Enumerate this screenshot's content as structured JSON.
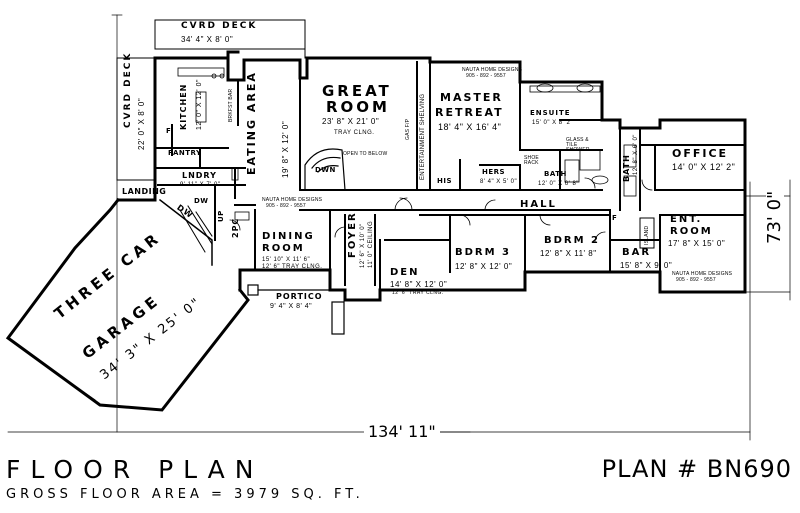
{
  "rooms": {
    "cvrd_deck_top": {
      "name": "CVRD DECK",
      "dim": "34' 4\" X 8' 0\""
    },
    "cvrd_deck_side": {
      "name": "CVRD DECK",
      "dim": "22' 0\" X 8' 0\""
    },
    "kitchen": {
      "name": "KITCHEN",
      "dim": "12' 0\" X 12' 0\""
    },
    "brkfst_bar": "BRKFST BAR",
    "pantry": "PANTRY",
    "eating_area": {
      "name": "EATING AREA",
      "dim": "19' 8\" X 12' 0\""
    },
    "great_room": {
      "name1": "GREAT",
      "name2": "ROOM",
      "dim": "23' 8\" X 21' 0\"",
      "note": "TRAY CLNG."
    },
    "open_to_below": "OPEN TO BELOW",
    "dwn_stair": "DWN",
    "gas_fp": "GAS F/P",
    "entertainment_shelving": "ENTERTAINMENT SHELVING",
    "master": {
      "name1": "MASTER",
      "name2": "RETREAT",
      "dim": "18' 4\" X 16' 4\""
    },
    "ensuite": {
      "name": "ENSUITE",
      "dim": "15' 0\" X 8' 2\""
    },
    "glass_shower": "GLASS & TILE SHOWER",
    "shoe_rack": "SHOE RACK",
    "his": "HIS",
    "hers": {
      "name": "HERS",
      "dim": "8' 4\" X 5' 0\""
    },
    "bath_master": {
      "name": "BATH",
      "dim": "12' 0\" X 6' 8\""
    },
    "bath_right": {
      "name": "BATH",
      "dim": "12' 8\" X 6' 0\""
    },
    "office": {
      "name": "OFFICE",
      "dim": "14' 0\" X 12' 2\""
    },
    "lndry": {
      "name": "LNDRY",
      "dim": "9' 11\" X 7' 0\""
    },
    "landing": "LANDING",
    "dw": "DW",
    "dw2": "DW",
    "up": "UP",
    "pc": "2PC",
    "dining": {
      "name1": "DINING",
      "name2": "ROOM",
      "dim": "15' 10\" X 11' 6\"",
      "note": "12' 6\" TRAY CLNG."
    },
    "foyer": {
      "name": "FOYER",
      "dim": "12' 6\" X 10' 0\"",
      "note": "11' 0\" CEILING"
    },
    "hall": "HALL",
    "den": {
      "name": "DEN",
      "dim": "14' 8\" X 12' 0\"",
      "note": "12' 6\" TRAY CLNG."
    },
    "bdrm3": {
      "name": "BDRM 3",
      "dim": "12' 8\" X 12' 0\""
    },
    "bdrm2": {
      "name": "BDRM 2",
      "dim": "12' 8\" X 11' 8\""
    },
    "ent_room": {
      "name1": "ENT.",
      "name2": "ROOM",
      "dim": "17' 8\" X 15' 0\""
    },
    "island": "ISLAND",
    "bar": {
      "name": "BAR",
      "dim": "15' 8\" X 9' 0\""
    },
    "garage": {
      "line1": "THREE CAR",
      "line2": "GARAGE",
      "line3": "34' 3\" X 25' 0\""
    },
    "portico": {
      "name": "PORTICO",
      "dim": "9' 4\" X 8' 4\""
    },
    "fridge": "F"
  },
  "watermarks": [
    {
      "company": "NAUTA HOME DESIGNS",
      "phone": "905 - 892 - 9557"
    }
  ],
  "dimensions": {
    "overall_width": "134' 11\"",
    "overall_depth": "73' 0\""
  },
  "footer": {
    "title": "FLOOR PLAN",
    "subtitle": "GROSS FLOOR AREA = 3979 SQ. FT.",
    "plan_no": "PLAN # BN690"
  }
}
